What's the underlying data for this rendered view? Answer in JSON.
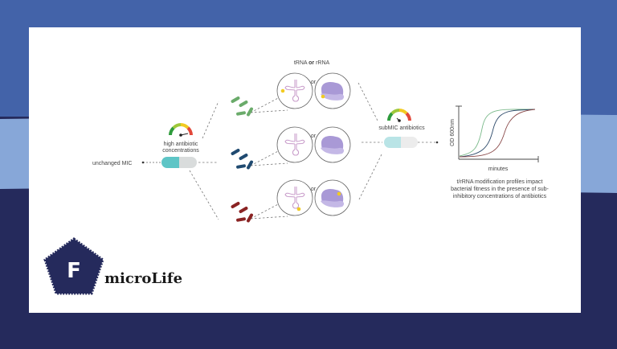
{
  "diagram": {
    "header": {
      "left": "tRNA",
      "or": "or",
      "right": "rRNA"
    },
    "or_label": "or",
    "high_conc": {
      "line1": "high antibiotic",
      "line2": "concentrations"
    },
    "unchanged": "unchanged MIC",
    "submic": "subMIC antibiotics",
    "chart": {
      "ylabel": "OD 600nm",
      "xlabel": "minutes"
    },
    "caption": [
      "t/rRNA modification profiles impact",
      "bacterial fitness in the presence of sub-",
      "inhibitory concentrations of antibiotics"
    ],
    "bacteria_colors": [
      "#6aab6a",
      "#1f4a70",
      "#8a2323"
    ]
  },
  "logo": {
    "letter": "F",
    "name": "microLife"
  }
}
